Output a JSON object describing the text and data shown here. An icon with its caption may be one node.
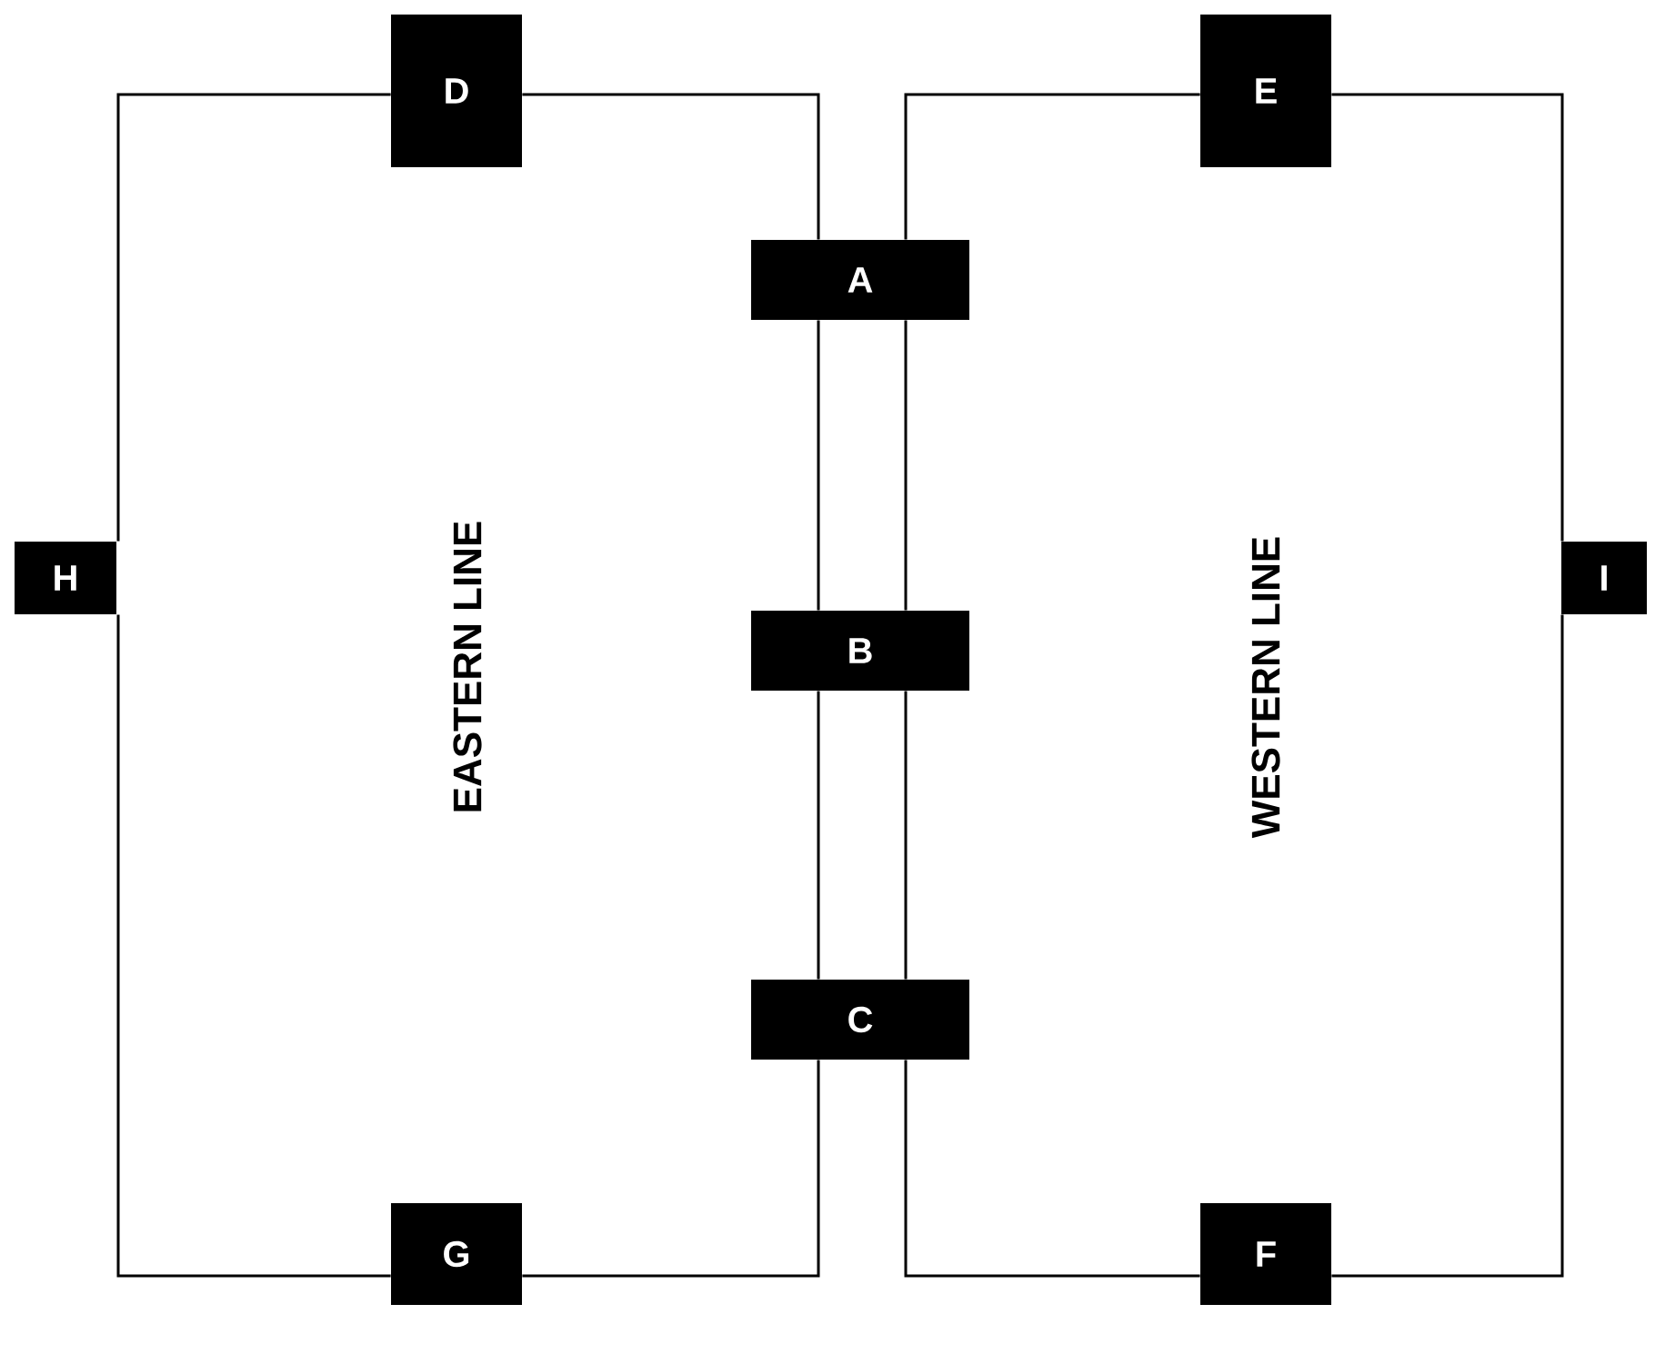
{
  "diagram": {
    "nodes": [
      {
        "text": [
          "D"
        ]
      },
      {
        "text": [
          "E"
        ]
      },
      {
        "text": [
          "A"
        ]
      },
      {
        "text": [
          "H"
        ]
      },
      {
        "text": [
          "B"
        ]
      },
      {
        "text": [
          "I"
        ]
      },
      {
        "text": [
          "C"
        ]
      },
      {
        "text": [
          "G"
        ]
      },
      {
        "text": [
          "F"
        ]
      }
    ],
    "edges": [
      {
        "from": 0,
        "to": 2,
        "arrow": "none"
      },
      {
        "from": 2,
        "to": 4,
        "arrow": "none"
      },
      {
        "from": 4,
        "to": 6,
        "arrow": "none"
      },
      {
        "from": 6,
        "to": 7,
        "arrow": "none"
      },
      {
        "from": 7,
        "to": 3,
        "arrow": "none"
      },
      {
        "from": 3,
        "to": 0,
        "arrow": "none"
      },
      {
        "from": 1,
        "to": 2,
        "arrow": "none"
      },
      {
        "from": 2,
        "to": 4,
        "arrow": "none"
      },
      {
        "from": 4,
        "to": 6,
        "arrow": "none"
      },
      {
        "from": 6,
        "to": 8,
        "arrow": "none"
      },
      {
        "from": 8,
        "to": 5,
        "arrow": "none"
      },
      {
        "from": 5,
        "to": 1,
        "arrow": "none"
      }
    ],
    "labels": [
      "EASTERN LINE",
      "WESTERN LINE"
    ]
  }
}
